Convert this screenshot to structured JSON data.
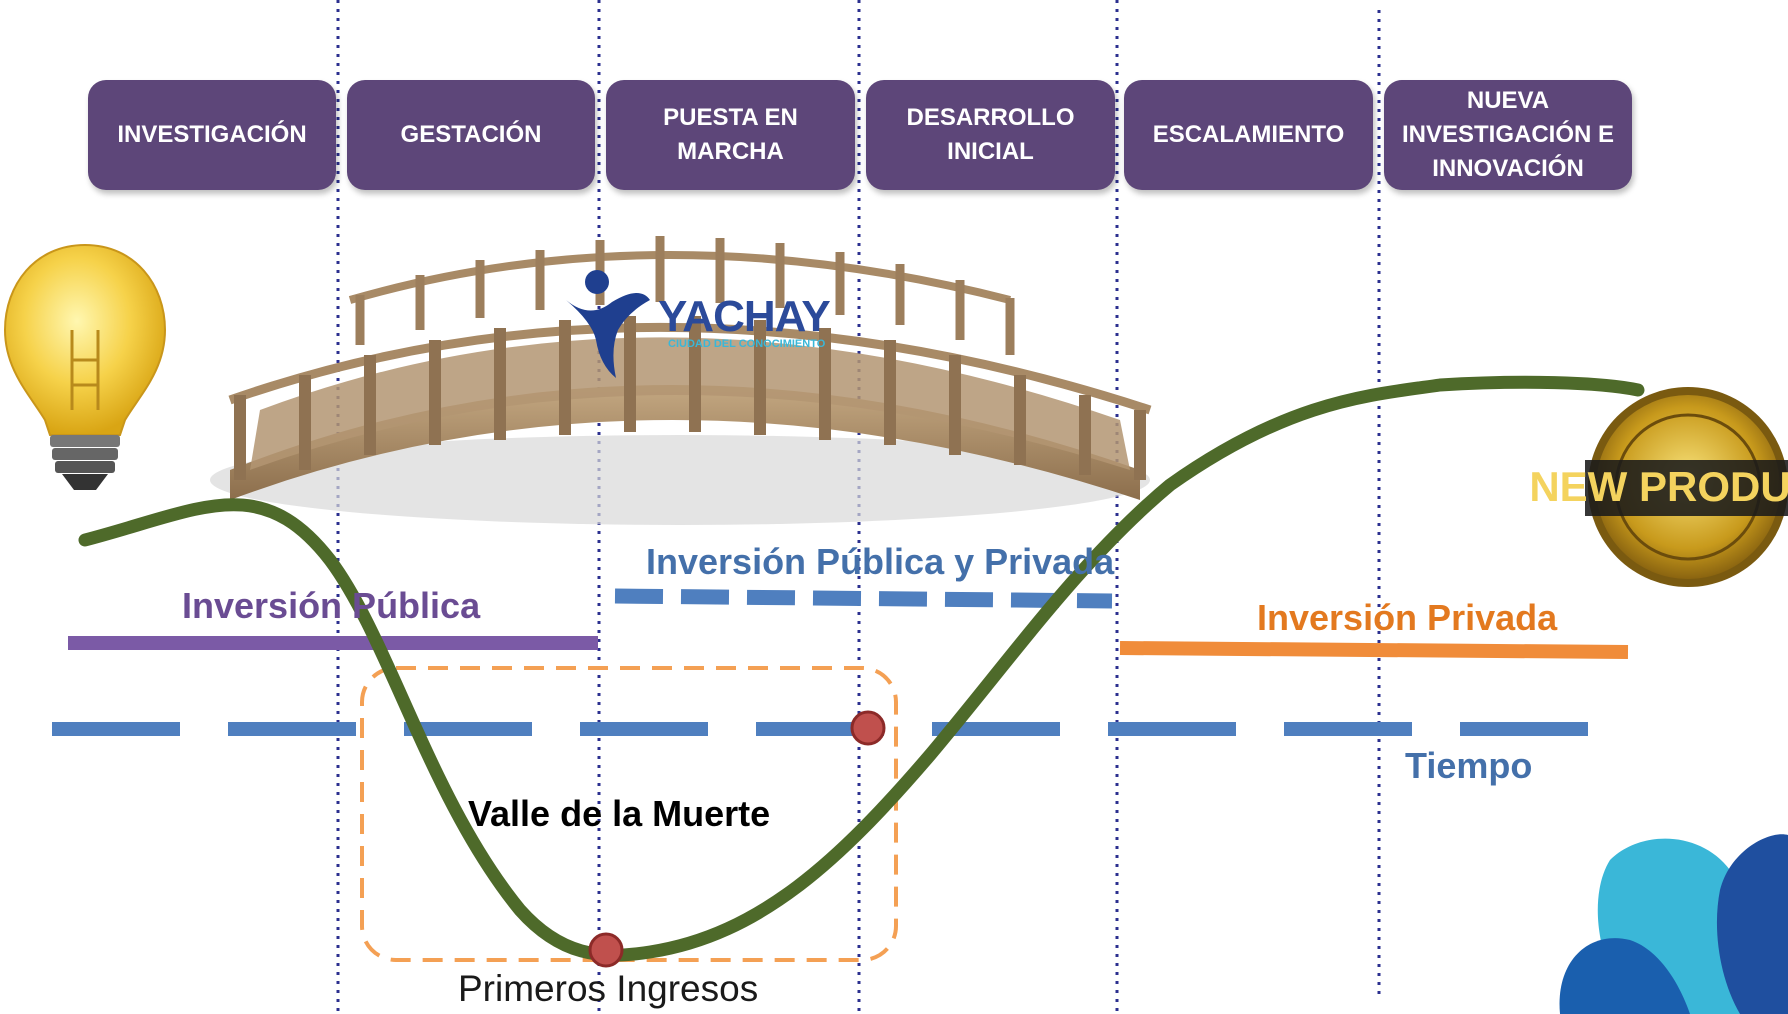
{
  "phases": [
    {
      "label": "INVESTIGACIÓN"
    },
    {
      "label": "GESTACIÓN"
    },
    {
      "label": "PUESTA EN\nMARCHA"
    },
    {
      "label": "DESARROLLO\nINICIAL"
    },
    {
      "label": "ESCALAMIENTO"
    },
    {
      "label": "NUEVA\nINVESTIGACIÓN E\nINNOVACIÓN"
    }
  ],
  "labels": {
    "inversion_publica": "Inversión Pública",
    "inversion_publica_privada": "Inversión Pública y Privada",
    "inversion_privada": "Inversión Privada",
    "tiempo": "Tiempo",
    "valle": "Valle de la Muerte",
    "primeros_ingresos": "Primeros Ingresos"
  },
  "logo": {
    "name": "YACHAY",
    "subtitle": "CIUDAD DEL CONOCIMIENTO"
  },
  "seal": {
    "text": "NEW PRODUCT"
  },
  "colors": {
    "phase_box": "#5d4679",
    "curve": "#4e6a2a",
    "publica": "#7b5aa6",
    "publica_privada": "#4f7fbf",
    "privada": "#f08c3a",
    "tiempo_axis": "#4f7fbf",
    "valley_box": "#f4a054",
    "markers": "#c0504d",
    "dividers": "#2b2f8f"
  },
  "icons": [
    "light-bulb-icon",
    "bridge-image",
    "yachay-logo",
    "new-product-seal",
    "corner-logo-shape"
  ]
}
